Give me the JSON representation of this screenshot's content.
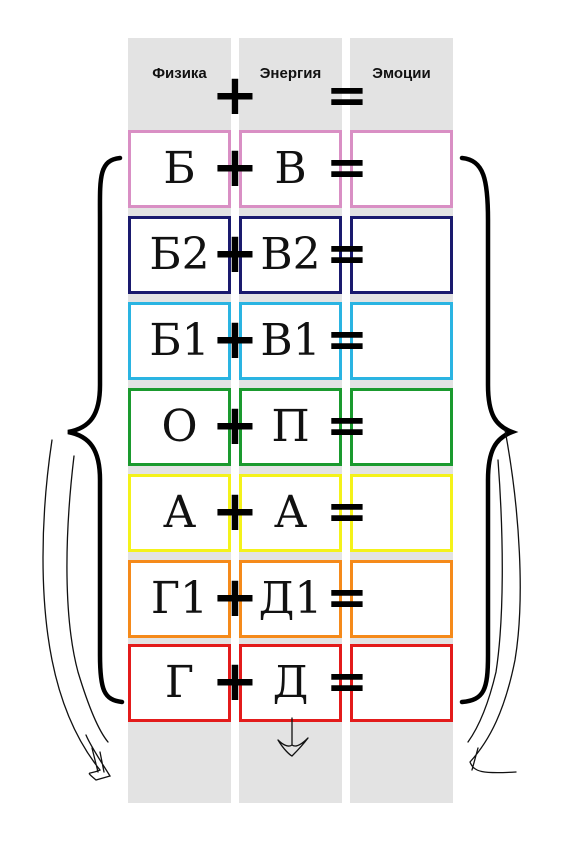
{
  "headers": {
    "physics": "Физика",
    "energy": "Энергия",
    "emotions": "Эмоции"
  },
  "operators": {
    "plus": "+",
    "equals": "="
  },
  "rows": [
    {
      "physics": "Б",
      "energy": "В",
      "emotions": "",
      "color": "#d98fc4"
    },
    {
      "physics": "Б2",
      "energy": "В2",
      "emotions": "",
      "color": "#1a1a6e"
    },
    {
      "physics": "Б1",
      "energy": "В1",
      "emotions": "",
      "color": "#2ab4e2"
    },
    {
      "physics": "О",
      "energy": "П",
      "emotions": "",
      "color": "#1a9a2e"
    },
    {
      "physics": "А",
      "energy": "А",
      "emotions": "",
      "color": "#f4f21a"
    },
    {
      "physics": "Г1",
      "energy": "Д1",
      "emotions": "",
      "color": "#f58a1a"
    },
    {
      "physics": "Г",
      "energy": "Д",
      "emotions": "",
      "color": "#e31b1b"
    }
  ]
}
